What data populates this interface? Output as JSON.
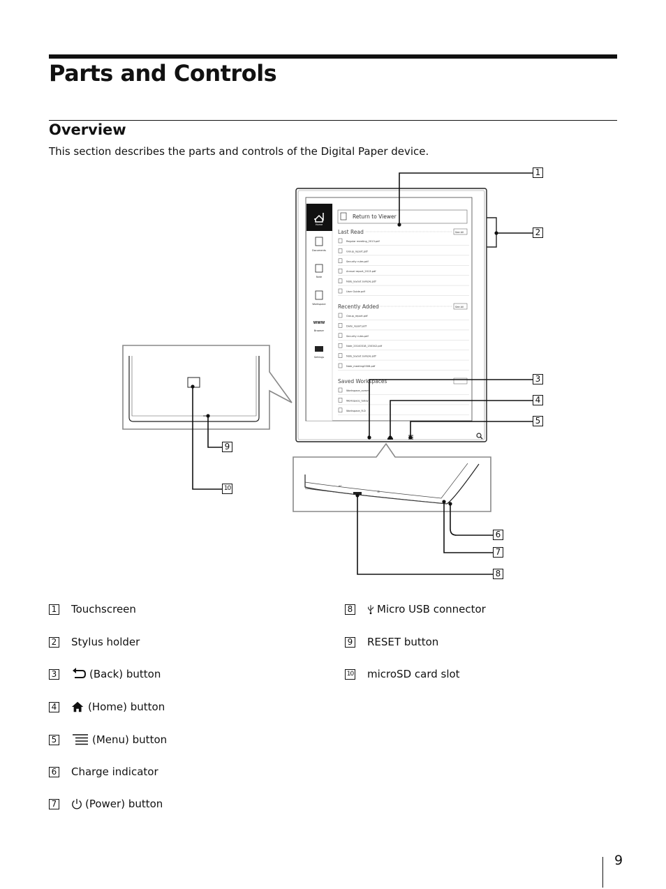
{
  "page": {
    "title": "Parts and Controls",
    "section": "Overview",
    "intro": "This section describes the parts and controls of the Digital Paper device.",
    "page_number": "9"
  },
  "screen": {
    "sidebar": [
      "Home",
      "Documents",
      "Note",
      "Workspace",
      "Browser",
      "Settings"
    ],
    "return_label": "Return to Viewer",
    "last_read_heading": "Last Read",
    "last_read": [
      "Regular meeting_2013.pdf",
      "Group_report.pdf",
      "Security rules.pdf",
      "Annual report_2013.pdf",
      "Note_layout sample.pdf",
      "User Guide.pdf"
    ],
    "recent_heading": "Recently Added",
    "recent": [
      "Group_report.pdf",
      "Daily_report.pdf",
      "Security rules.pdf",
      "Note_20140318_150342.pdf",
      "Note_layout sample.pdf",
      "Note_meeting0306.pdf"
    ],
    "workspaces_heading": "Saved Workspaces",
    "workspaces": [
      "Workspace_comm",
      "Workspace_today",
      "Workspace_R.D"
    ],
    "see_all": "See All"
  },
  "callouts": [
    "1",
    "2",
    "3",
    "4",
    "5",
    "6",
    "7",
    "8",
    "9",
    "10"
  ],
  "legend": [
    {
      "num": "1",
      "label": "Touchscreen",
      "icon": ""
    },
    {
      "num": "2",
      "label": "Stylus holder",
      "icon": ""
    },
    {
      "num": "3",
      "label": "(Back) button",
      "icon": "back-arrow-icon"
    },
    {
      "num": "4",
      "label": "(Home) button",
      "icon": "home-icon"
    },
    {
      "num": "5",
      "label": "(Menu) button",
      "icon": "menu-icon"
    },
    {
      "num": "6",
      "label": "Charge indicator",
      "icon": ""
    },
    {
      "num": "7",
      "label": "(Power) button",
      "icon": "power-icon"
    },
    {
      "num": "8",
      "label": "Micro USB connector",
      "icon": "usb-icon"
    },
    {
      "num": "9",
      "label": "RESET button",
      "icon": ""
    },
    {
      "num": "10",
      "label": "microSD card slot",
      "icon": ""
    }
  ]
}
